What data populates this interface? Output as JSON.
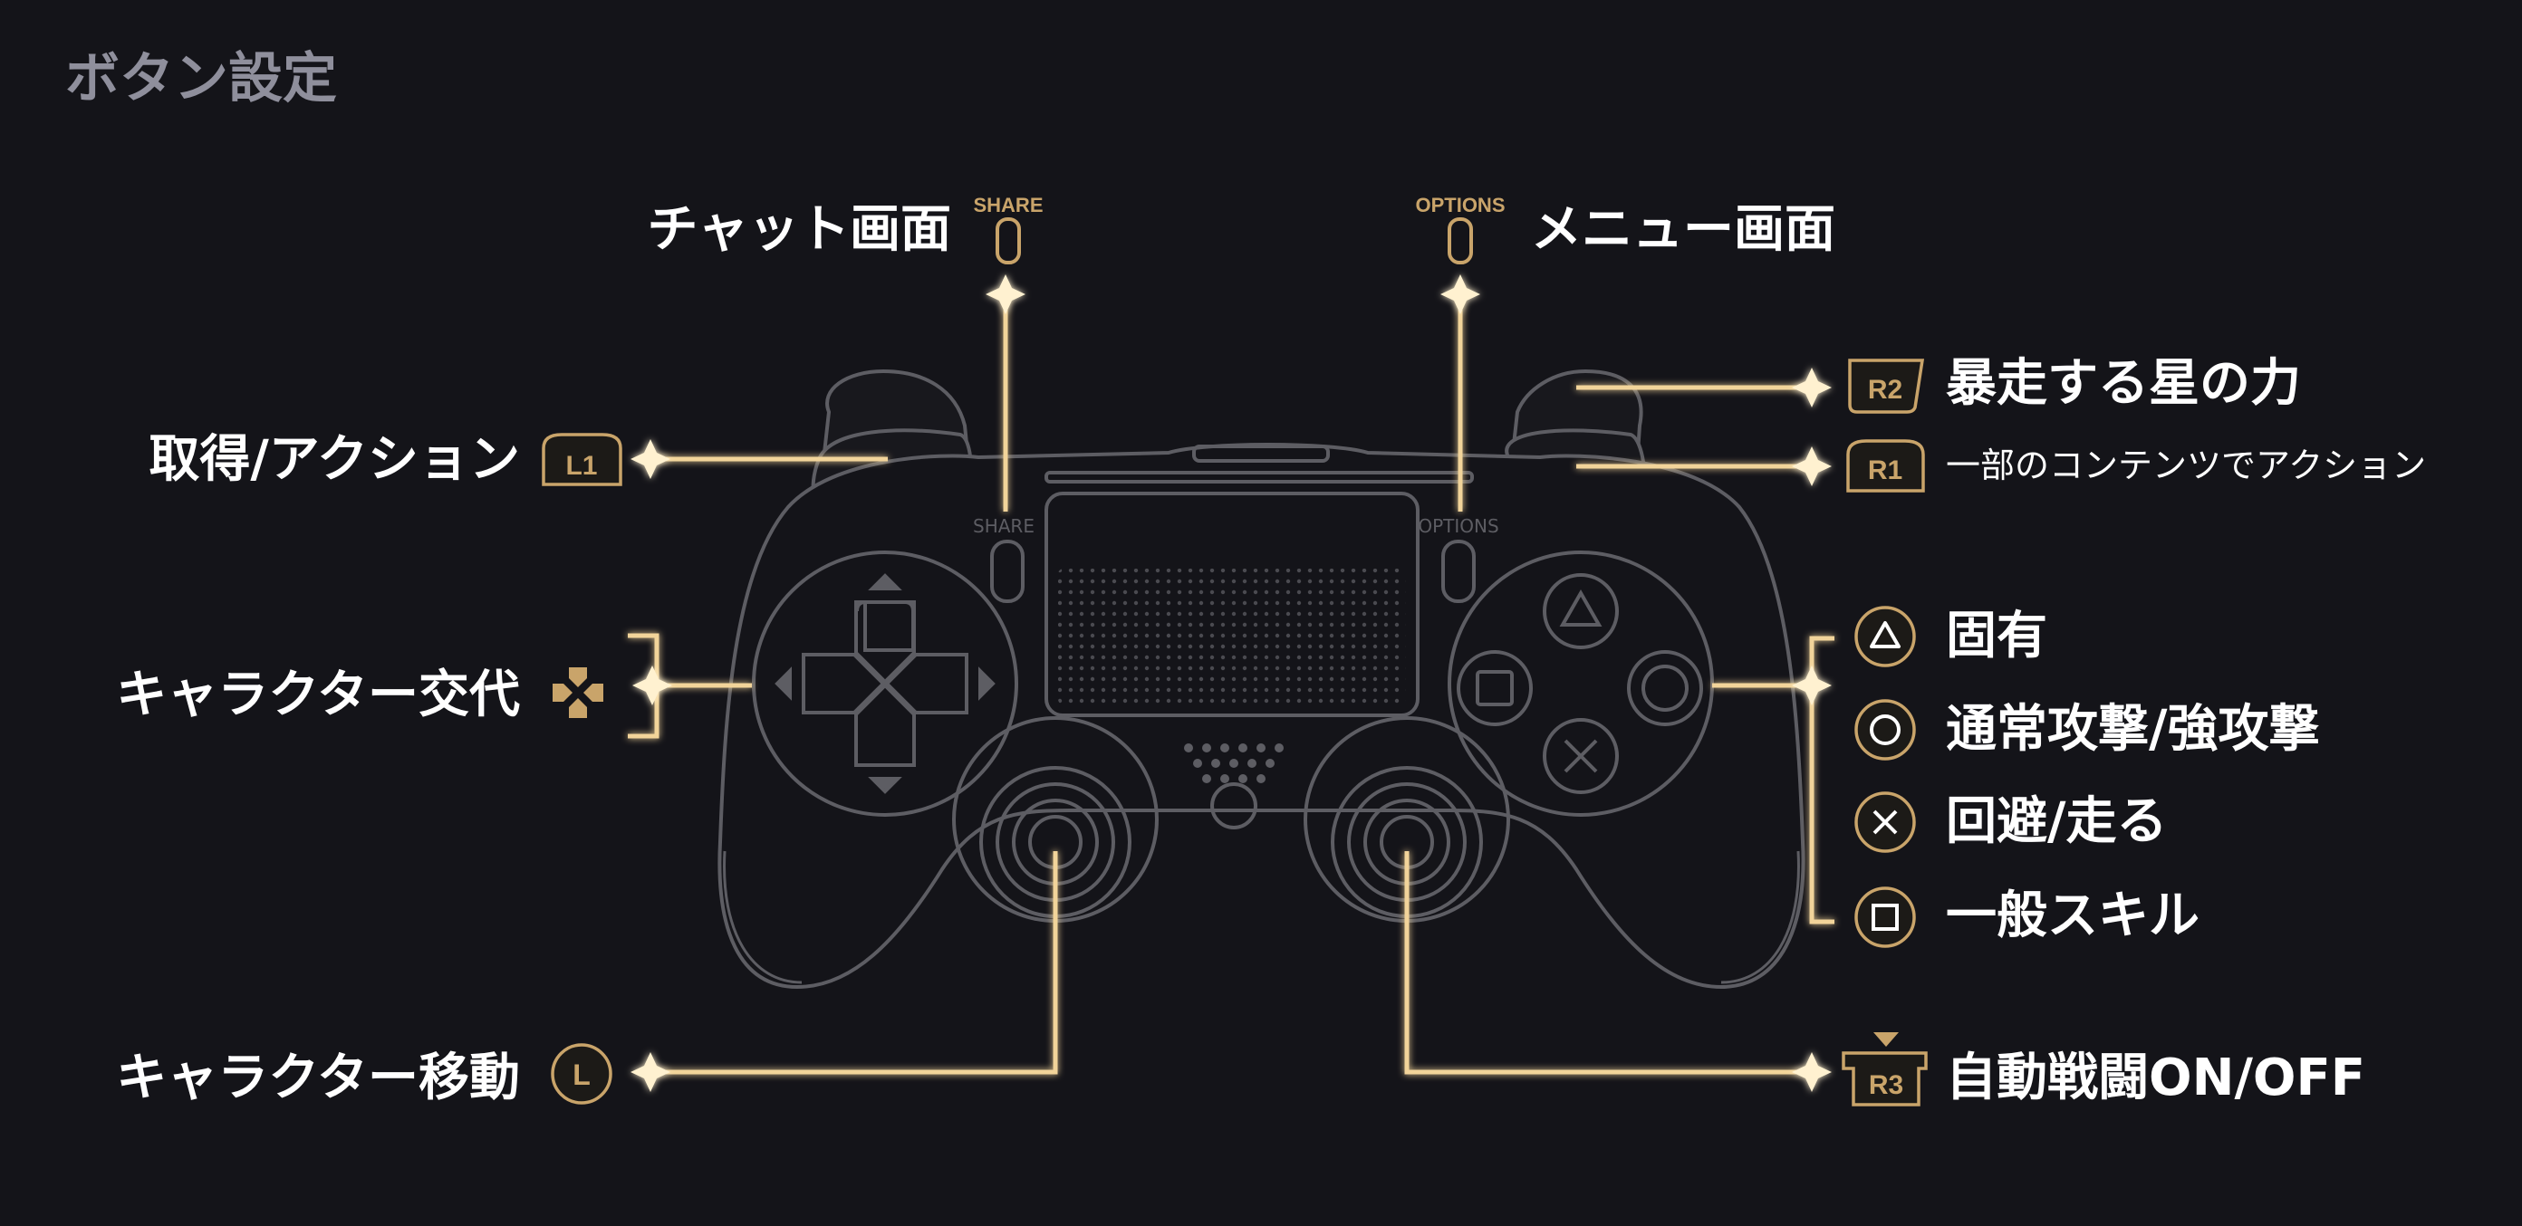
{
  "page": {
    "title": "ボタン設定"
  },
  "controller": {
    "share_text": "SHARE",
    "options_text": "OPTIONS"
  },
  "mappings": {
    "chat": {
      "label": "チャット画面",
      "button": "SHARE"
    },
    "menu": {
      "label": "メニュー画面",
      "button": "OPTIONS"
    },
    "l1": {
      "label": "取得/アクション",
      "button": "L1"
    },
    "r2": {
      "label": "暴走する星の力",
      "button": "R2"
    },
    "r1": {
      "label": "一部のコンテンツでアクション",
      "button": "R1"
    },
    "dpad": {
      "label": "キャラクター交代"
    },
    "triangle": {
      "label": "固有"
    },
    "circle": {
      "label": "通常攻撃/強攻撃"
    },
    "cross": {
      "label": "回避/走る"
    },
    "square": {
      "label": "一般スキル"
    },
    "lstick": {
      "label": "キャラクター移動",
      "button": "L"
    },
    "r3": {
      "label": "自動戦闘ON/OFF",
      "button": "R3"
    }
  },
  "colors": {
    "background": "#141419",
    "accent_gold": "#c9a46a",
    "line_glow": "#f2d49a",
    "controller_outline": "#5d5d63",
    "title": "#8f8f9c"
  }
}
